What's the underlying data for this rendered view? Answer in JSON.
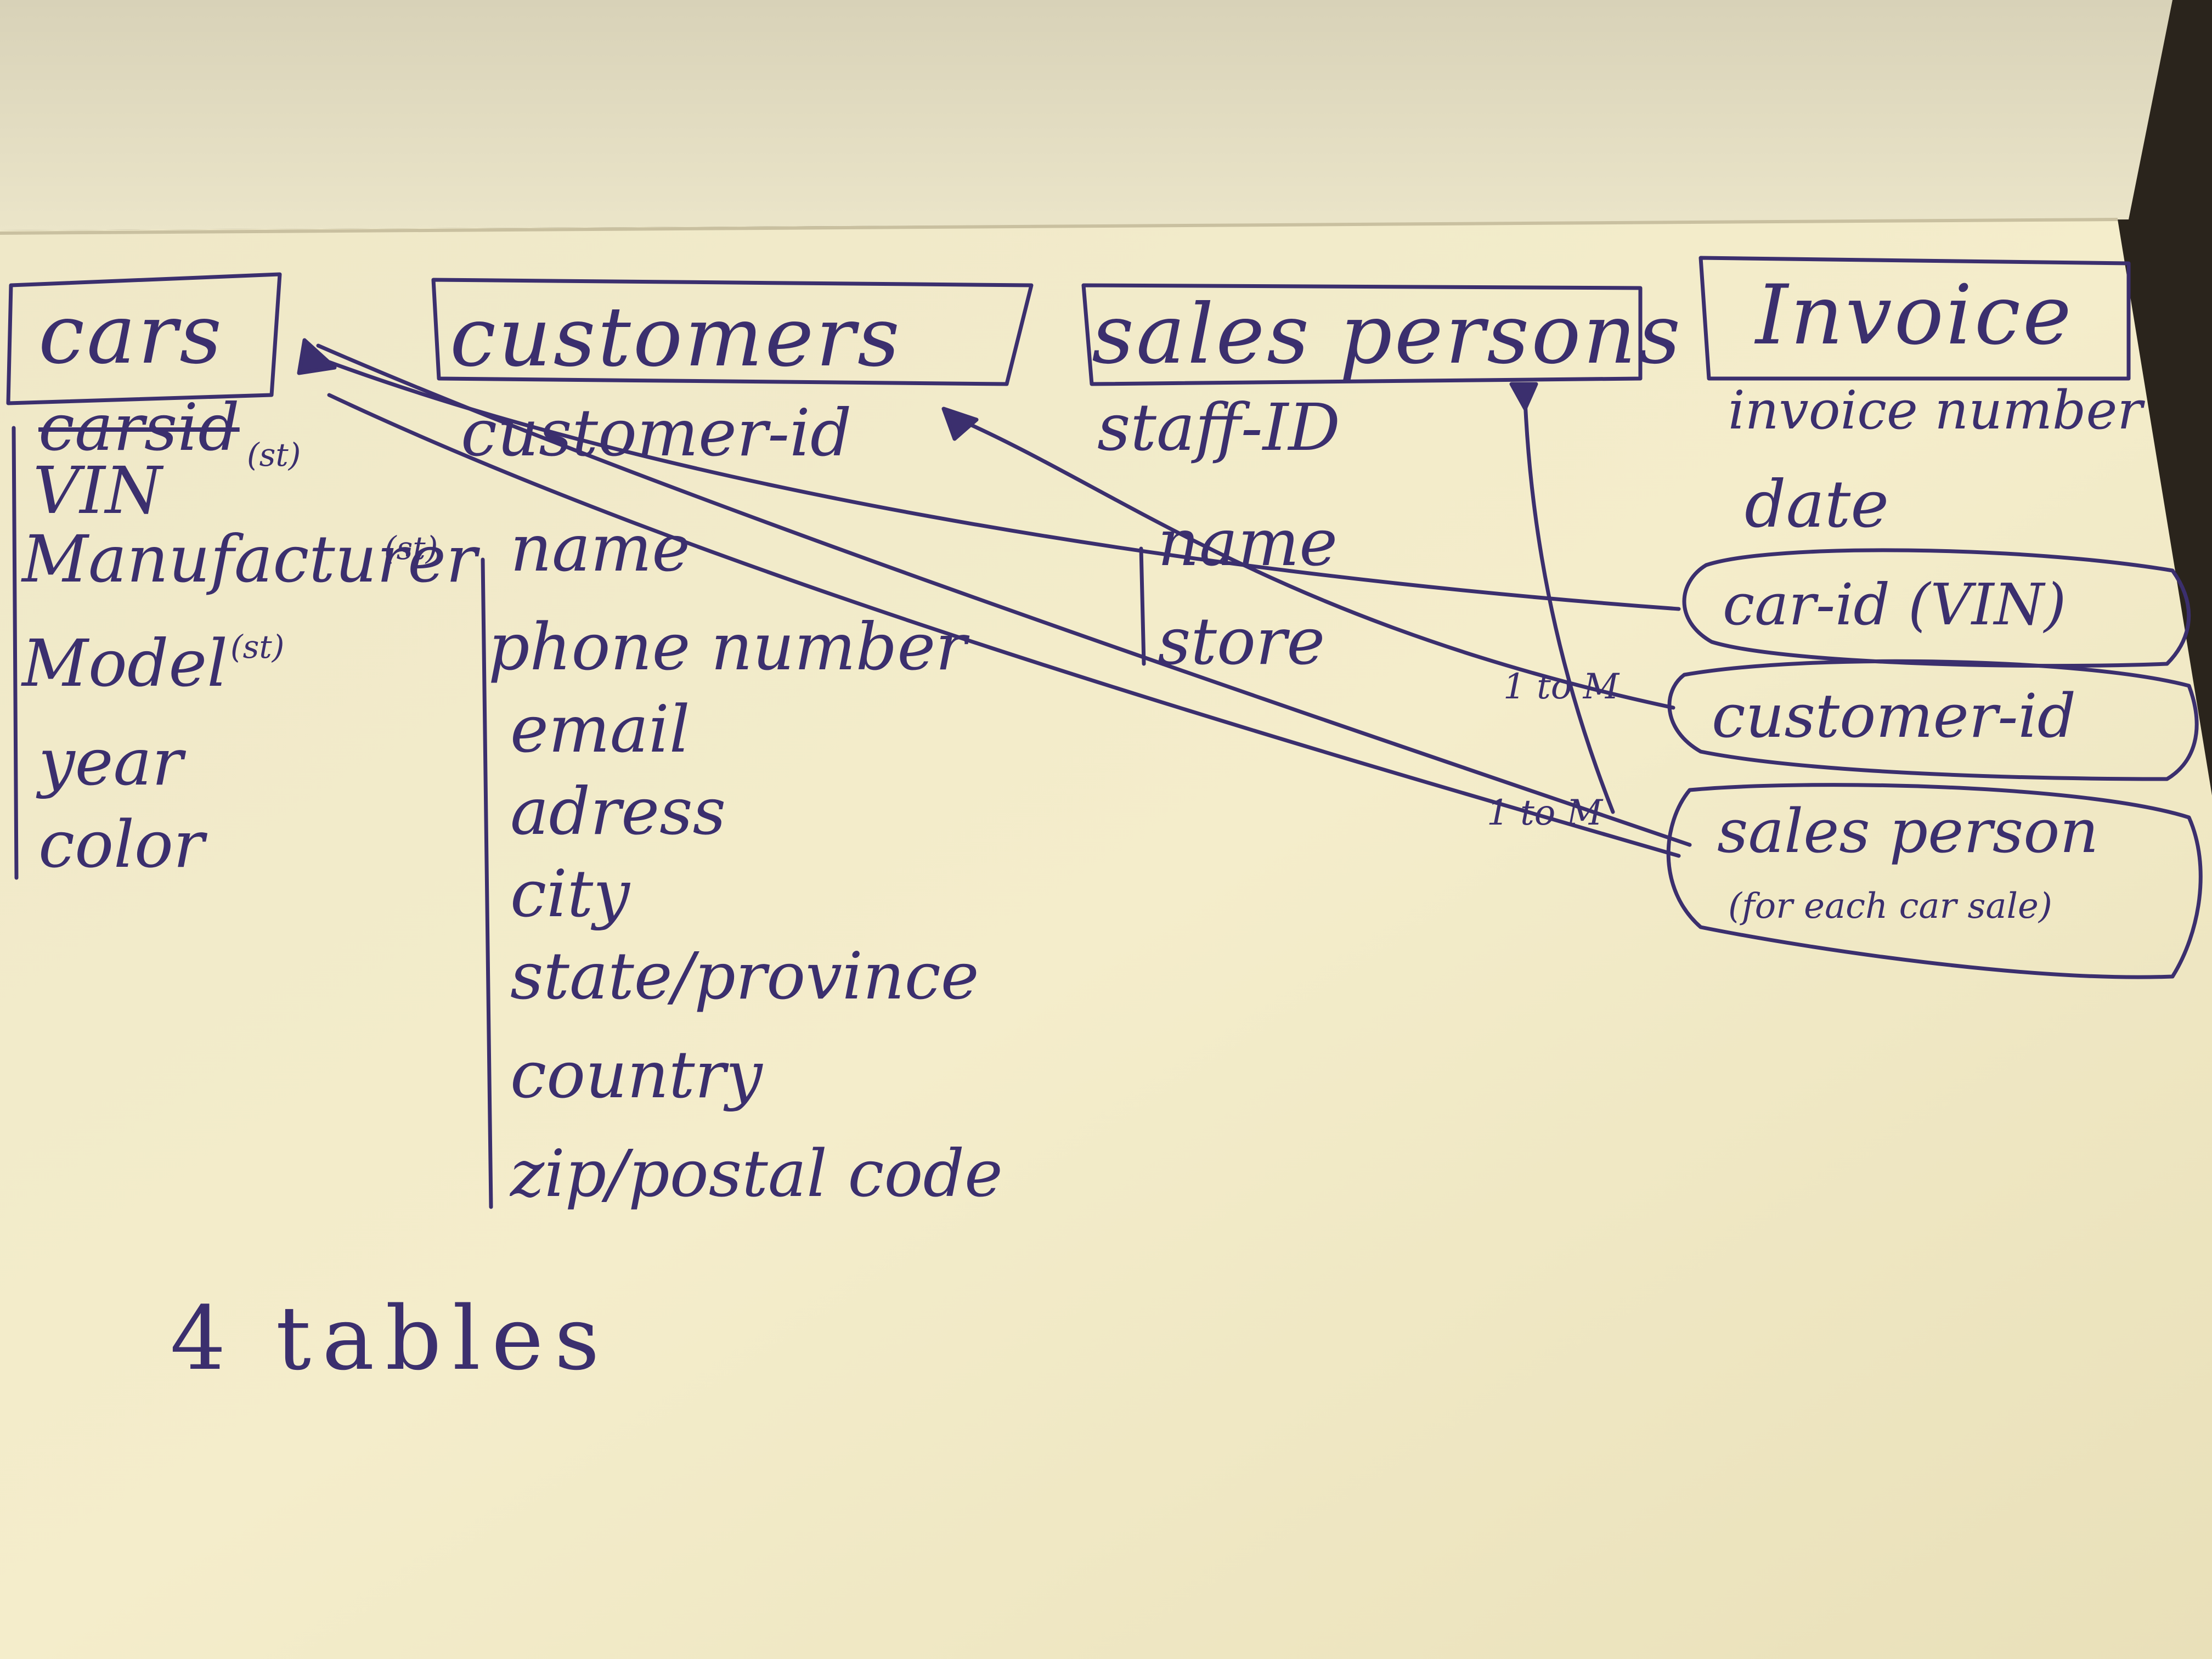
{
  "tables": {
    "cars": {
      "title": "cars",
      "fields": {
        "crossed": "carsid",
        "vin": "VIN",
        "vin_note": "(st)",
        "manufacturer": "Manufacturer",
        "manufacturer_note": "(st)",
        "model": "Model",
        "model_note": "(st)",
        "year": "year",
        "color": "color"
      }
    },
    "customers": {
      "title": "customers",
      "fields": {
        "customer_id": "customer-id",
        "name": "name",
        "phone": "phone number",
        "email": "email",
        "address": "adress",
        "city": "city",
        "state": "state/province",
        "country": "country",
        "zip": "zip/postal code"
      }
    },
    "sales_persons": {
      "title": "sales persons",
      "fields": {
        "staff_id": "staff-ID",
        "name": "name",
        "store": "store"
      }
    },
    "invoice": {
      "title": "Invoice",
      "fields": {
        "invoice_number": "invoice number",
        "date": "date",
        "car_id": "car-id (VIN)",
        "customer_id": "customer-id",
        "sales_person": "sales person",
        "sales_person_note": "(for each car sale)"
      }
    }
  },
  "relations": {
    "one_to_many_1": "1 to M",
    "one_to_many_2": "1 to M"
  },
  "footer": {
    "count_note": "4 tables"
  },
  "colors": {
    "paper": "#f2ebc8",
    "ink": "#3b2f6e",
    "shadow": "#2a241c"
  }
}
